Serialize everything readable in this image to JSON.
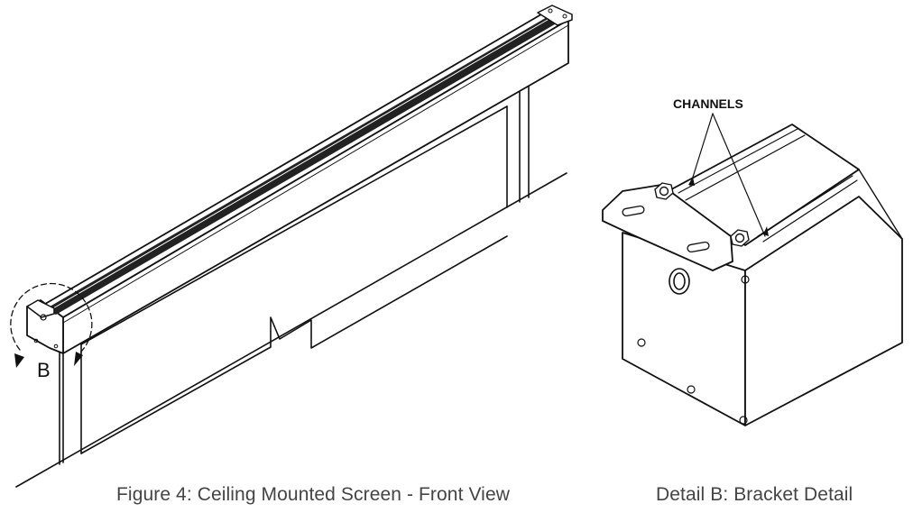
{
  "figure_left": {
    "caption": "Figure 4:  Ceiling Mounted Screen - Front View",
    "detail_marker": "B"
  },
  "figure_right": {
    "caption": "Detail B:  Bracket Detail",
    "callout": "CHANNELS"
  }
}
